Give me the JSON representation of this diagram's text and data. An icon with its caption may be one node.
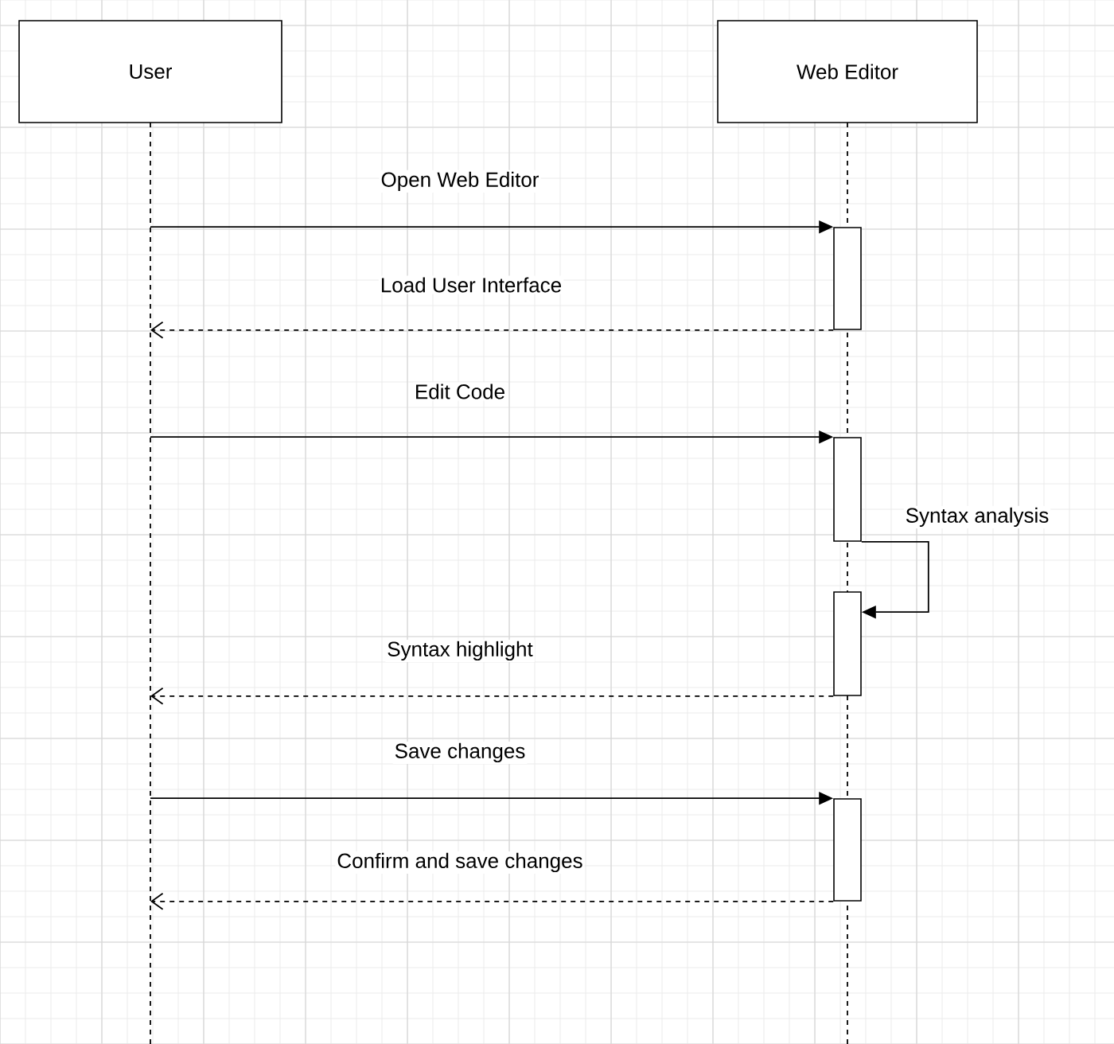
{
  "diagram": {
    "nodes": [
      {
        "text": [
          "User"
        ]
      },
      {
        "text": [
          "Web Editor"
        ]
      },
      {
        "text": [],
        "shape": "bar",
        "in": 1
      },
      {
        "text": [],
        "shape": "bar",
        "in": 1
      },
      {
        "text": [],
        "shape": "bar",
        "in": 1
      },
      {
        "text": [],
        "shape": "bar",
        "in": 1
      }
    ],
    "edges": [
      {
        "from": 0,
        "to": 2,
        "arrow": "to",
        "label": "Open Web Editor"
      },
      {
        "from": 2,
        "to": 0,
        "arrow": "to",
        "style": "dashed",
        "label": "Load User Interface"
      },
      {
        "from": 0,
        "to": 3,
        "arrow": "to",
        "label": "Edit Code"
      },
      {
        "from": 3,
        "to": 4,
        "arrow": "to",
        "label": "Syntax analysis"
      },
      {
        "from": 4,
        "to": 0,
        "arrow": "to",
        "style": "dashed",
        "label": "Syntax highlight"
      },
      {
        "from": 0,
        "to": 5,
        "arrow": "to",
        "label": "Save changes"
      },
      {
        "from": 5,
        "to": 0,
        "arrow": "to",
        "style": "dashed",
        "label": "Confirm and save changes"
      }
    ]
  }
}
